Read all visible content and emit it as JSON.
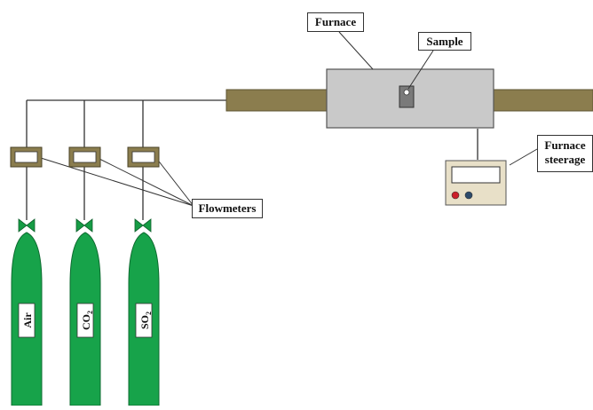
{
  "labels": {
    "furnace": "Furnace",
    "sample": "Sample",
    "steerage_line1": "Furnace",
    "steerage_line2": "steerage",
    "flowmeters": "Flowmeters"
  },
  "cylinders": [
    {
      "name": "Air",
      "sub": ""
    },
    {
      "name": "CO",
      "sub": "2"
    },
    {
      "name": "SO",
      "sub": "2"
    }
  ],
  "colors": {
    "tube": "#8b7d4e",
    "furnace_body": "#c9c9c9",
    "controller": "#e8e0c8",
    "flowmeter": "#8b7d4e",
    "cylinder": "#17a34a",
    "valve": "#169c45",
    "red_knob": "#cc1f2a",
    "blue_knob": "#2d4b6b",
    "line": "#333333"
  }
}
